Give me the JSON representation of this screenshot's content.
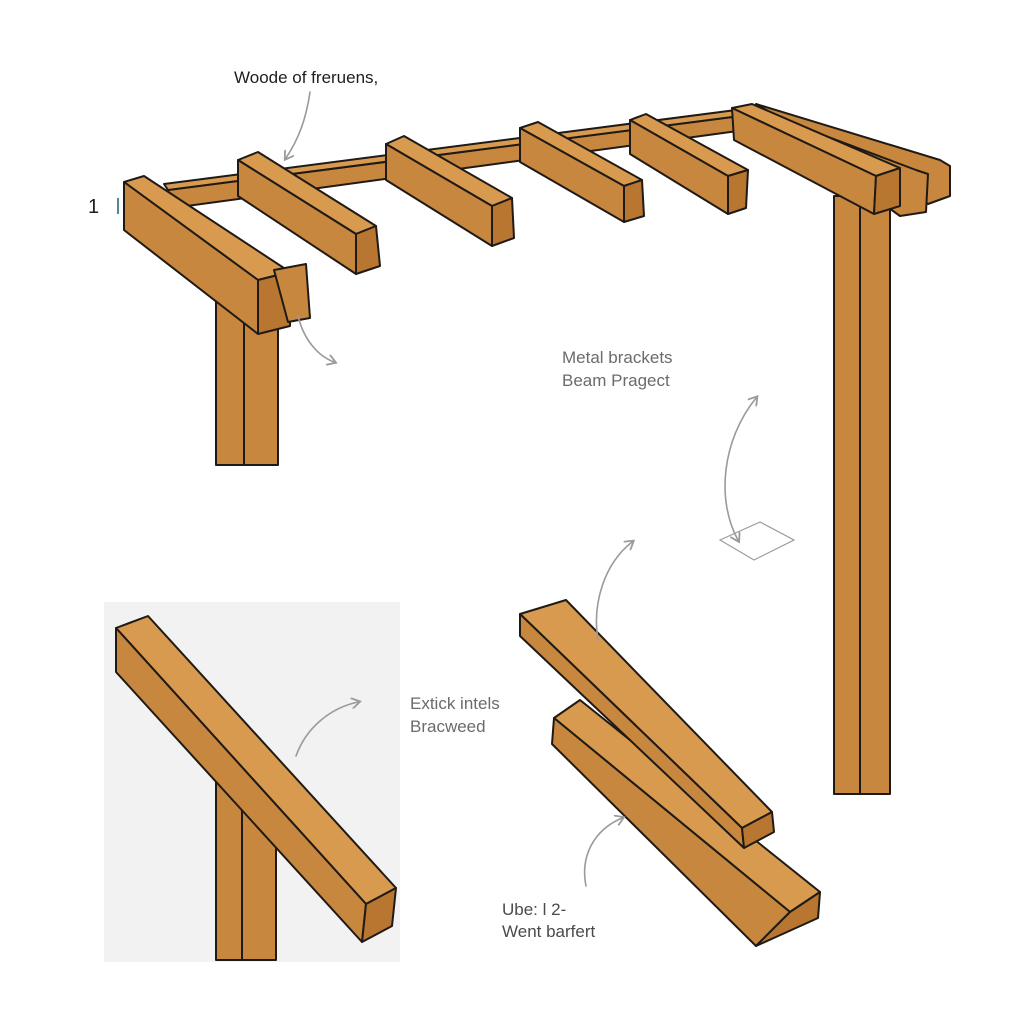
{
  "labels": {
    "top_caption": "Woode of freruens,",
    "corner_number": "1",
    "metal_line1": "Metal brackets",
    "metal_line2": "Beam Pragect",
    "extick_line1": "Extick intels",
    "extick_line2": "Bracweed",
    "ube_line1": "Ube: l 2-",
    "ube_line2": "Went barfert"
  },
  "colors": {
    "wood_face": "#C8873E",
    "wood_top": "#D89A4E",
    "wood_shade": "#B87630",
    "outline": "#1F1A15",
    "arrow": "#9A9A9A",
    "inset_panel": "#F2F2F2"
  }
}
